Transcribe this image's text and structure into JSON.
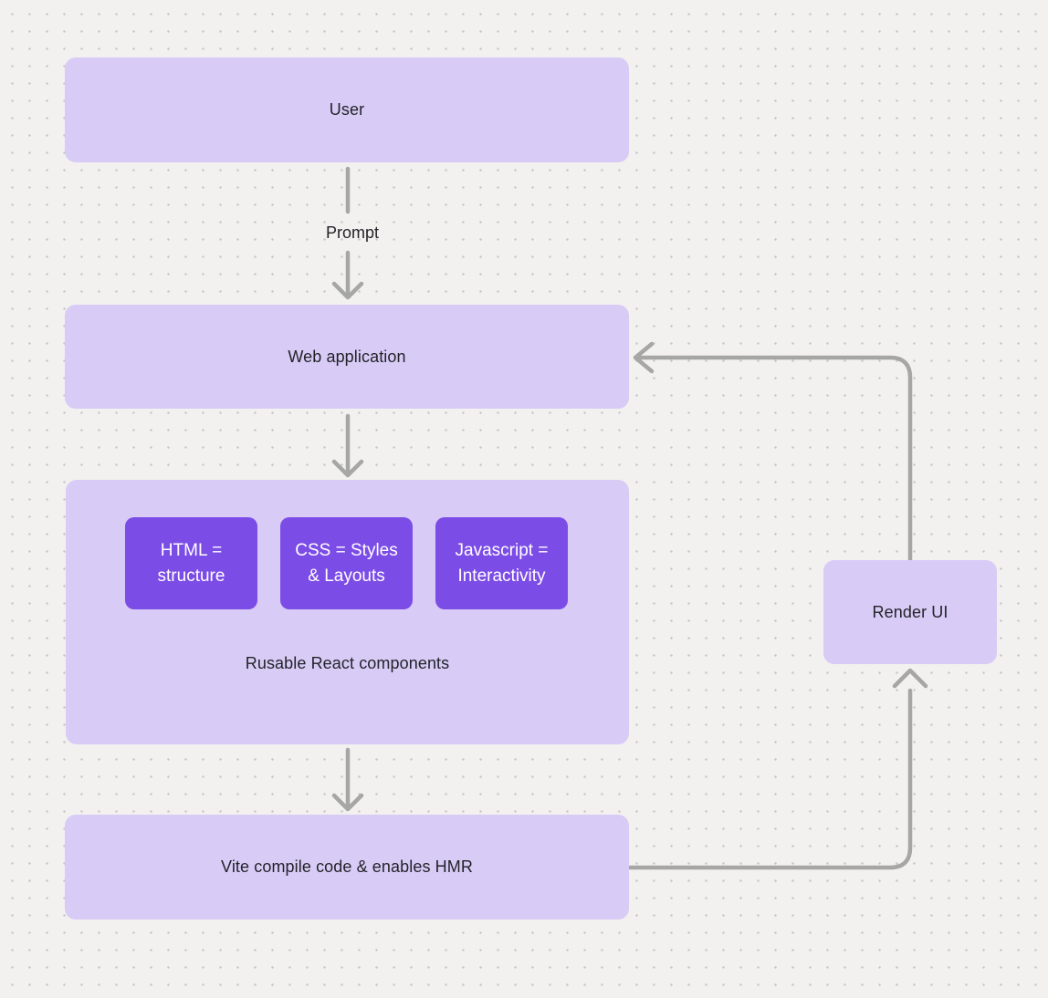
{
  "diagram": {
    "nodes": {
      "user": {
        "label": "User"
      },
      "web_application": {
        "label": "Web application"
      },
      "react_components_group": {
        "label": "Rusable React components"
      },
      "html": {
        "label": "HTML =\nstructure"
      },
      "css": {
        "label": "CSS = Styles\n& Layouts"
      },
      "javascript": {
        "label": "Javascript =\nInteractivity"
      },
      "vite": {
        "label": "Vite compile code & enables HMR"
      },
      "render_ui": {
        "label": "Render UI"
      }
    },
    "edge_labels": {
      "prompt": "Prompt"
    },
    "colors": {
      "background": "#f2f1ef",
      "dot": "#c6c6c6",
      "node_fill": "#d8ccf7",
      "node_text": "#232329",
      "inner_node_fill": "#7c4ce6",
      "inner_node_text": "#ffffff",
      "arrow": "#a6a6a6"
    }
  }
}
